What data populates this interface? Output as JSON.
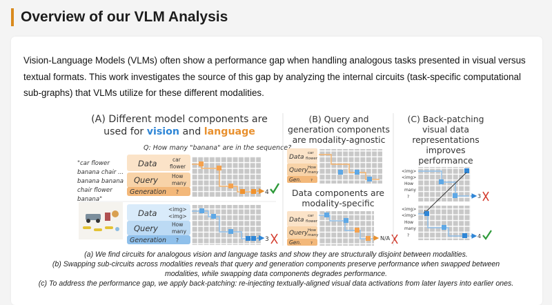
{
  "header": {
    "title": "Overview of our VLM Analysis"
  },
  "intro": "Vision-Language Models (VLMs) often show a performance gap when handling analogous tasks presented in visual versus textual formats. This work investigates the source of this gap by analyzing the internal circuits (task-specific computational sub-graphs) that VLMs utilize for these different modalities.",
  "figure": {
    "panel_a": {
      "title_line1": "(A) Different model components are",
      "title_line2_prefix": "used for ",
      "vision_word": "vision",
      "and_word": " and ",
      "language_word": "language",
      "question": "Q: How many \"banana\" are in the sequence?",
      "text_input": [
        "\"car flower",
        "banana chair ...",
        "banana banana",
        "chair flower",
        "banana\""
      ],
      "row_labels": [
        "Data",
        "Query",
        "Generation"
      ],
      "text_tokens": {
        "data": [
          "car",
          "flower"
        ],
        "query": [
          "How",
          "many"
        ],
        "gen": "?"
      },
      "image_tokens": {
        "data": [
          "<img>",
          "<img>"
        ],
        "query": [
          "How",
          "many"
        ],
        "gen": "?"
      },
      "answer_text": "4",
      "answer_image": "3"
    },
    "panel_b": {
      "title": [
        "(B) Query and",
        "generation components",
        "are modality-agnostic"
      ],
      "subtitle": [
        "Data components are",
        "modality-specific"
      ],
      "row_labels": [
        "Data",
        "Query",
        "Gen."
      ],
      "top_tokens": {
        "data": [
          "car",
          "flower"
        ],
        "query": [
          "How",
          "many"
        ],
        "gen": "?"
      },
      "bottom_tokens": {
        "data": [
          "car",
          "flower"
        ],
        "query": [
          "How",
          "many"
        ],
        "gen": "?"
      },
      "answer_bottom": "N/A"
    },
    "panel_c": {
      "title": [
        "(C) Back-patching",
        "visual data",
        "representations",
        "improves",
        "performance"
      ],
      "tokens": [
        "<img>",
        "<img>",
        "How",
        "many",
        "?"
      ],
      "answer_top": "3",
      "answer_bottom": "4"
    }
  },
  "captions": [
    "(a) We find circuits for analogous vision and language tasks and show they are structurally disjoint between modalities.",
    "(b) Swapping sub-circuits across modalities reveals that query and generation components preserve performance when swapped between",
    "modalities, while swapping data components degrades performance.",
    "(c) To address the performance gap, we apply back-patching: re-injecting textually-aligned visual data activations from later layers into earlier ones."
  ],
  "colors": {
    "accent": "#d98a1d",
    "vision": "#2f86d6",
    "language": "#e8902e",
    "check": "#2e9a3a",
    "cross": "#d33a2c"
  }
}
